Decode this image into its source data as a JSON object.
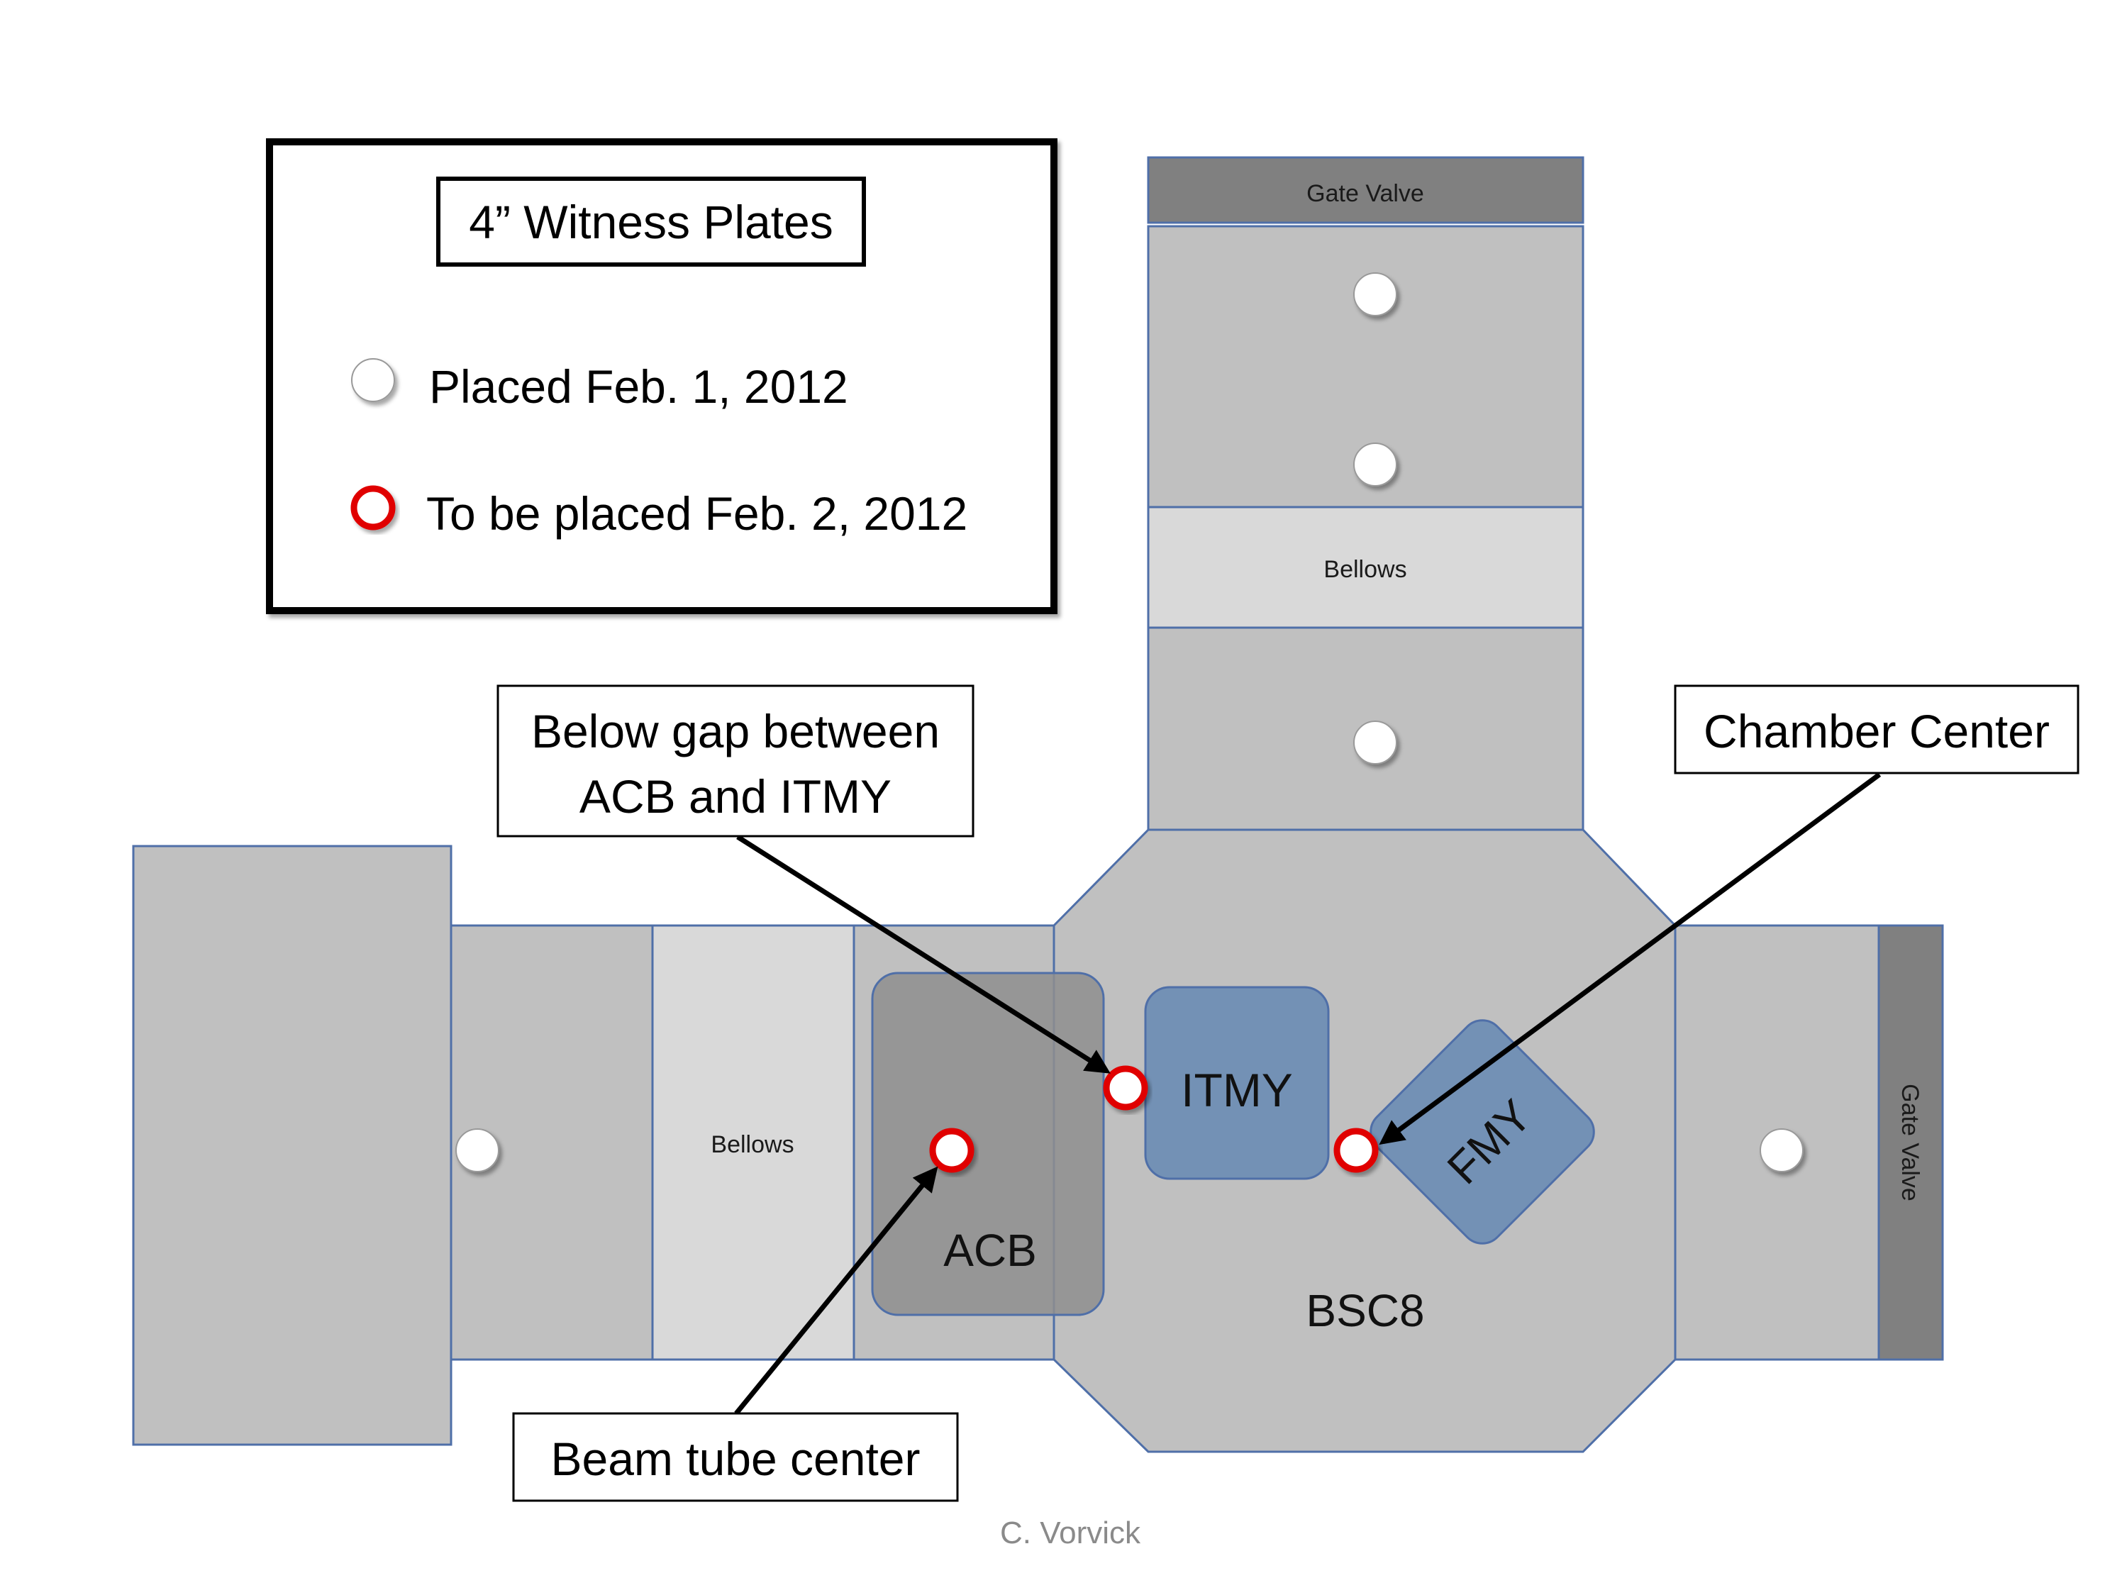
{
  "colors": {
    "tube": "#c0c0c0",
    "bellows": "#d9d9d9",
    "gate_valve": "#808080",
    "outline": "#4f6fa8",
    "acb": "#8e8e8e",
    "optic": "#7391b5",
    "marker_placed_fill": "#ffffff",
    "marker_todo_stroke": "#e00000"
  },
  "legend": {
    "title": "4” Witness Plates",
    "placed": "Placed Feb. 1, 2012",
    "to_be_placed": "To be placed Feb. 2, 2012"
  },
  "labels": {
    "gate_valve_top": "Gate Valve",
    "gate_valve_right": "Gate Valve",
    "bellows_top": "Bellows",
    "bellows_left": "Bellows",
    "acb": "ACB",
    "itmy": "ITMY",
    "fmy": "FMY",
    "bsc8": "BSC8"
  },
  "callouts": {
    "below_gap_line1": "Below gap between",
    "below_gap_line2": "ACB and ITMY",
    "chamber_center": "Chamber Center",
    "beam_tube_center": "Beam tube center"
  },
  "credit": "C. Vorvick"
}
